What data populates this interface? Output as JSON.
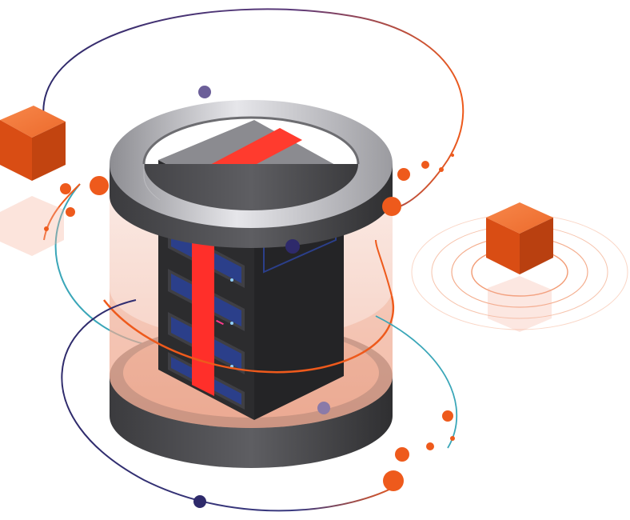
{
  "illustration": {
    "subject": "server-rack-in-cylinder",
    "elements": [
      "server-rack",
      "glass-cylinder",
      "orbit-rings",
      "floating-cubes",
      "orbit-dots",
      "ripple-rings"
    ],
    "colors": {
      "accent_orange": "#ee5a1c",
      "accent_red": "#ff2f2a",
      "navy": "#2e2a6b",
      "teal": "#3aa6b8",
      "steel_light": "#cfcfd3",
      "steel_dark": "#3a3a3c",
      "rack_face": "#2c2c2e",
      "drive_blue": "#2b3f8a",
      "glass_tint": "#f2b9a6"
    }
  }
}
